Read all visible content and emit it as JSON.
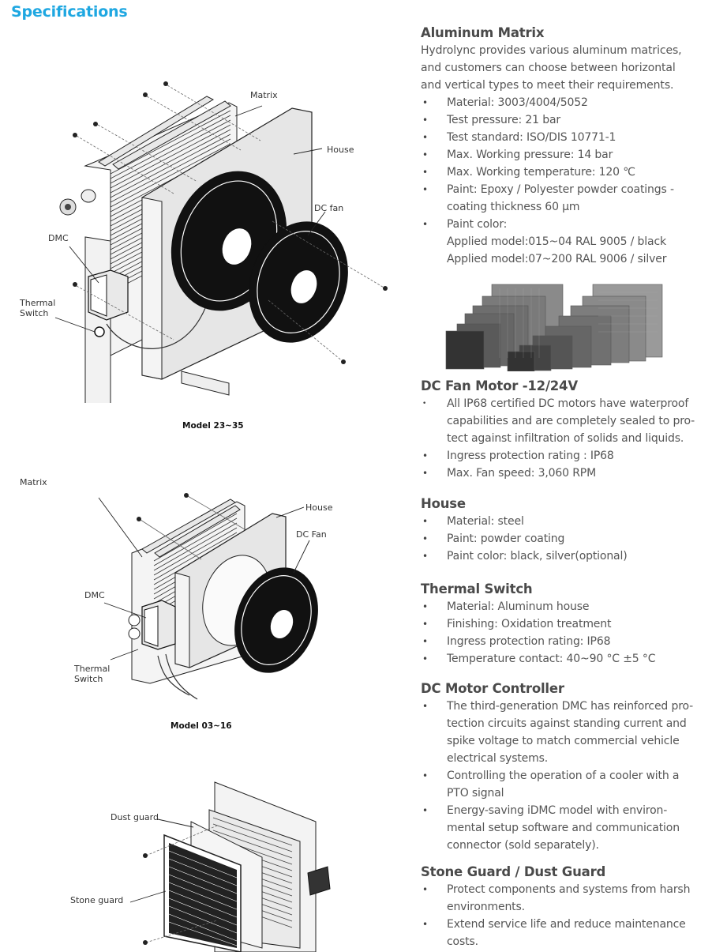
{
  "page": {
    "title": "Specifications",
    "title_color": "#1ea7e1"
  },
  "diagrams": [
    {
      "caption": "Model  23~35",
      "callouts": [
        "Matrix",
        "House",
        "DC fan",
        "DMC",
        "Thermal",
        "Switch"
      ]
    },
    {
      "caption": "Model 03~16",
      "callouts": [
        "Matrix",
        "House",
        "DC Fan",
        "DMC",
        "Thermal",
        "Switch"
      ]
    },
    {
      "caption": "",
      "callouts": [
        "Dust guard",
        "Stone guard"
      ]
    }
  ],
  "sections": [
    {
      "heading": "Aluminum Matrix",
      "intro": [
        "Hydrolync provides various aluminum matrices,",
        "and customers can choose between horizontal",
        "and vertical types to meet their requirements."
      ],
      "items": [
        [
          "Material:  3003/4004/5052"
        ],
        [
          "Test pressure: 21 bar"
        ],
        [
          "Test standard: ISO/DIS 10771-1"
        ],
        [
          "Max. Working pressure: 14 bar"
        ],
        [
          "Max. Working temperature: 120 ℃"
        ],
        [
          "Paint: Epoxy / Polyester powder coatings -",
          "coating thickness 60 µm"
        ],
        [
          "Paint color:",
          "Applied model:015~04 RAL 9005 / black",
          "Applied model:07~200 RAL 9006 / silver"
        ]
      ]
    },
    {
      "heading": "DC Fan Motor -12/24V",
      "items": [
        [
          "All IP68 certified DC motors have waterproof",
          "capabilities and are completely sealed to pro-",
          "tect against infiltration of solids and liquids."
        ],
        [
          "Ingress protection rating : IP68"
        ],
        [
          "Max. Fan speed: 3,060 RPM"
        ]
      ]
    },
    {
      "heading": "House",
      "items": [
        [
          "Material: steel"
        ],
        [
          "Paint: powder coating"
        ],
        [
          "Paint color: black, silver(optional)"
        ]
      ]
    },
    {
      "heading": "Thermal Switch",
      "items": [
        [
          "Material: Aluminum house"
        ],
        [
          "Finishing: Oxidation treatment"
        ],
        [
          "Ingress protection rating: IP68"
        ],
        [
          "Temperature contact: 40~90 °C ±5 °C"
        ]
      ]
    },
    {
      "heading": "DC Motor Controller",
      "items": [
        [
          "The third-generation DMC has reinforced pro-",
          "tection circuits against standing current and",
          "spike voltage to match commercial vehicle",
          "electrical systems."
        ],
        [
          "Controlling the operation of a cooler with a",
          "PTO signal"
        ],
        [
          "Energy-saving iDMC model with environ-",
          "mental setup software and communication",
          "connector (sold separately)."
        ]
      ]
    },
    {
      "heading": "Stone Guard / Dust Guard",
      "items": [
        [
          "Protect components and systems from harsh",
          "environments."
        ],
        [
          "Extend service life and reduce maintenance",
          "costs."
        ]
      ]
    }
  ],
  "bullet_glyph": "•"
}
